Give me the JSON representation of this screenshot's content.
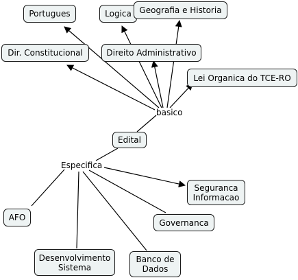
{
  "concept_map": {
    "hubs": {
      "basico": "basico",
      "especifica": "Especifica"
    },
    "nodes": {
      "portugues": "Portugues",
      "logica": "Logica",
      "geografia": "Geografia e Historia",
      "dir_constitucional": "Dir. Constitucional",
      "direito_administrativo": "Direito Administrativo",
      "lei_organica": "Lei Organica do TCE-RO",
      "edital": "Edital",
      "seguranca": "Seguranca\nInformacao",
      "governanca": "Governanca",
      "afo": "AFO",
      "desenvolvimento": "Desenvolvimento\nSistema",
      "banco_dados": "Banco de\nDados"
    },
    "links": [
      {
        "from": "basico",
        "to": "portugues",
        "arrow": true
      },
      {
        "from": "basico",
        "to": "logica",
        "arrow": true
      },
      {
        "from": "basico",
        "to": "geografia",
        "arrow": true
      },
      {
        "from": "basico",
        "to": "dir_constitucional",
        "arrow": true
      },
      {
        "from": "basico",
        "to": "direito_administrativo",
        "arrow": true
      },
      {
        "from": "basico",
        "to": "lei_organica",
        "arrow": true
      },
      {
        "from": "edital",
        "to": "basico",
        "arrow": false
      },
      {
        "from": "edital",
        "to": "especifica",
        "arrow": false
      },
      {
        "from": "especifica",
        "to": "seguranca",
        "arrow": true
      },
      {
        "from": "especifica",
        "to": "governanca",
        "arrow": false
      },
      {
        "from": "especifica",
        "to": "afo",
        "arrow": false
      },
      {
        "from": "especifica",
        "to": "desenvolvimento",
        "arrow": false
      },
      {
        "from": "especifica",
        "to": "banco_dados",
        "arrow": false
      }
    ]
  }
}
